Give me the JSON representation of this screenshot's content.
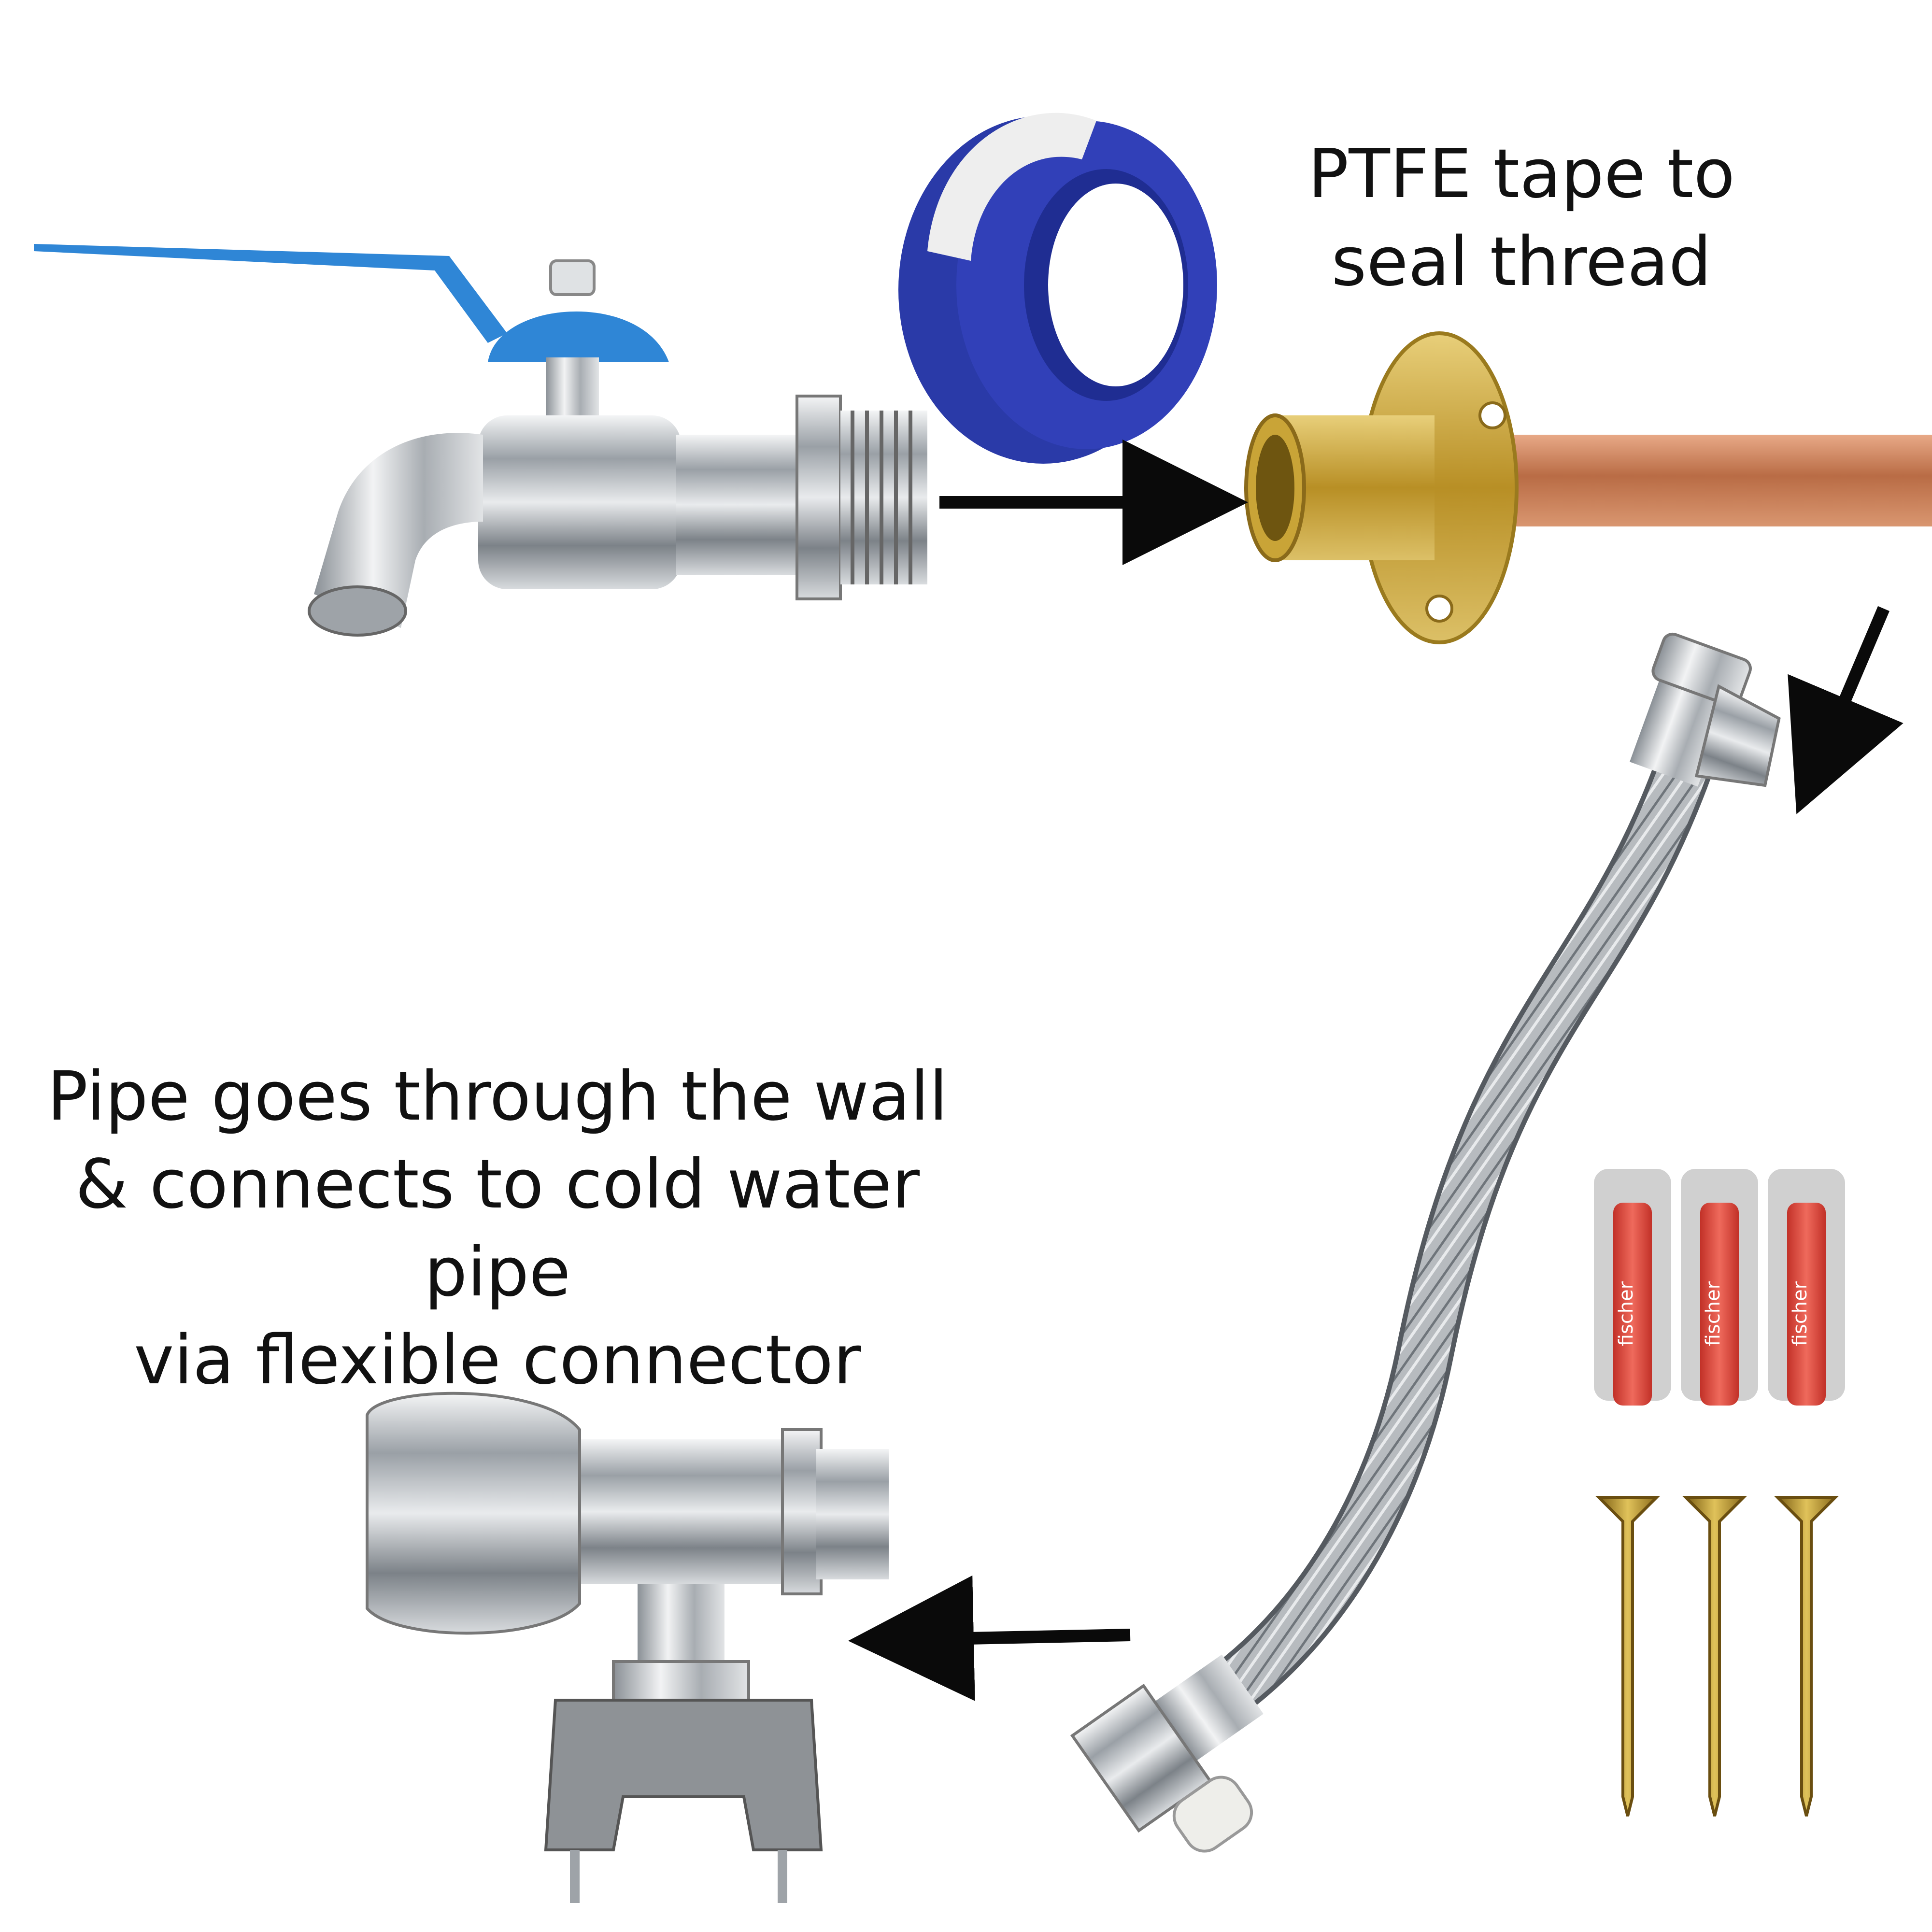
{
  "captions": {
    "ptfe": [
      "PTFE tape to",
      "seal thread"
    ],
    "pipe": [
      "Pipe goes through the wall",
      "& connects to cold water pipe",
      "via flexible connector"
    ]
  },
  "brand_text": "fischer",
  "colors": {
    "background": "#ffffff",
    "text": "#111111",
    "arrow": "#0a0a0a",
    "lever_blue": "#2f86d6",
    "tape_blue": "#2a3aa8",
    "tape_white": "#eeeeee",
    "brass": "#c9a437",
    "copper": "#c8825a",
    "chrome": "#c6c9cc",
    "plug_red": "#e0483a",
    "plug_grey": "#d0d0d0",
    "screw_gold": "#b8962e"
  },
  "icons": [
    "bib-tap-icon",
    "ptfe-tape-icon",
    "wall-plate-elbow-icon",
    "copper-pipe-icon",
    "flexible-connector-icon",
    "wall-plug-icon",
    "screw-icon",
    "tee-valve-icon",
    "arrow-icon"
  ]
}
